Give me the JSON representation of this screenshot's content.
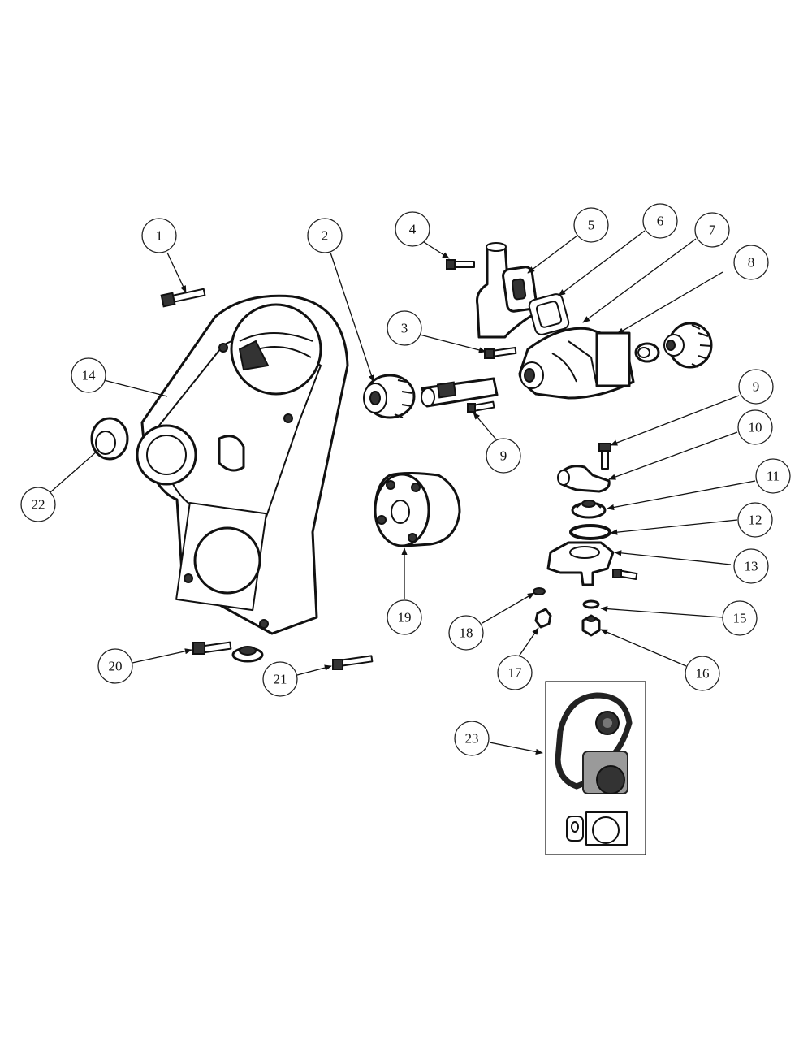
{
  "diagram": {
    "callouts": [
      "1",
      "2",
      "3",
      "4",
      "5",
      "6",
      "7",
      "8",
      "9",
      "9",
      "10",
      "11",
      "12",
      "13",
      "14",
      "15",
      "16",
      "17",
      "18",
      "19",
      "20",
      "21",
      "22",
      "23"
    ],
    "colors": {
      "line": "#111111",
      "background": "#ffffff",
      "shade": "#333333"
    }
  }
}
